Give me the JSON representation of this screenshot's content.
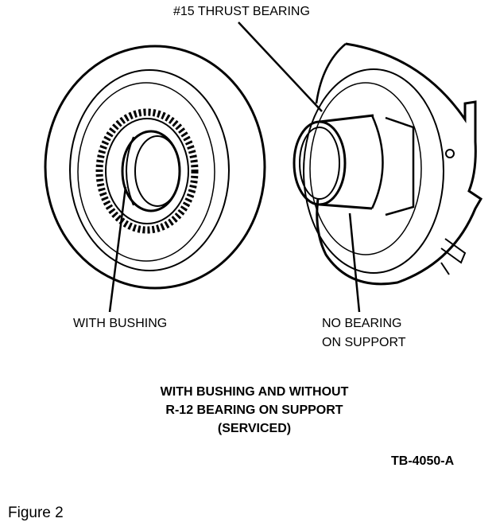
{
  "labels": {
    "thrust_bearing": "#15 THRUST BEARING",
    "with_bushing": "WITH BUSHING",
    "no_bearing_line1": "NO BEARING",
    "no_bearing_line2": "ON SUPPORT"
  },
  "caption": {
    "line1": "WITH BUSHING AND WITHOUT",
    "line2": "R-12 BEARING ON SUPPORT",
    "line3": "(SERVICED)"
  },
  "code": "TB-4050-A",
  "figure_label": "Figure 2",
  "colors": {
    "ink": "#000000",
    "paper": "#ffffff"
  }
}
